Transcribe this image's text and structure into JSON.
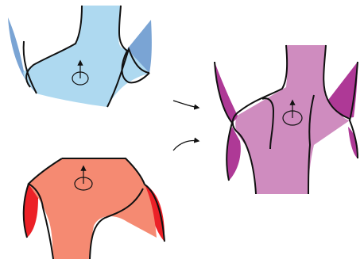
{
  "colors": {
    "blue_light": "#aed9f0",
    "blue_side": "#7aa4d4",
    "red_light": "#f58a72",
    "red_side": "#ec2127",
    "purple_light": "#cf8cbf",
    "purple_side": "#ae3996",
    "outline": "#111111",
    "background": "#ffffff"
  },
  "surfaces": [
    {
      "name": "blue-saddle-surface"
    },
    {
      "name": "red-saddle-surface"
    },
    {
      "name": "purple-glued-surface"
    }
  ],
  "arrows": [
    {
      "name": "arrow-from-blue"
    },
    {
      "name": "arrow-from-red"
    }
  ],
  "icons": [
    "orientation-icon"
  ]
}
